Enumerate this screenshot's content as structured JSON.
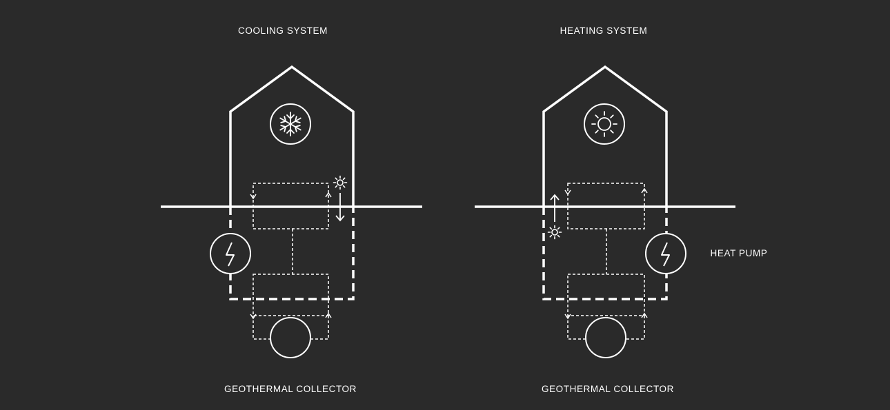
{
  "diagram": {
    "background": "#2a2a2a",
    "foreground": "#ffffff",
    "cooling": {
      "title": "COOLING SYSTEM",
      "collector_label": "GEOTHERMAL COLLECTOR",
      "house_icon": "snowflake-icon",
      "pump_icon": "lightning-icon",
      "flow_arrow": "down"
    },
    "heating": {
      "title": "HEATING SYSTEM",
      "collector_label": "GEOTHERMAL COLLECTOR",
      "house_icon": "sun-icon",
      "pump_icon": "lightning-icon",
      "pump_label": "HEAT PUMP",
      "flow_arrow": "up"
    }
  }
}
